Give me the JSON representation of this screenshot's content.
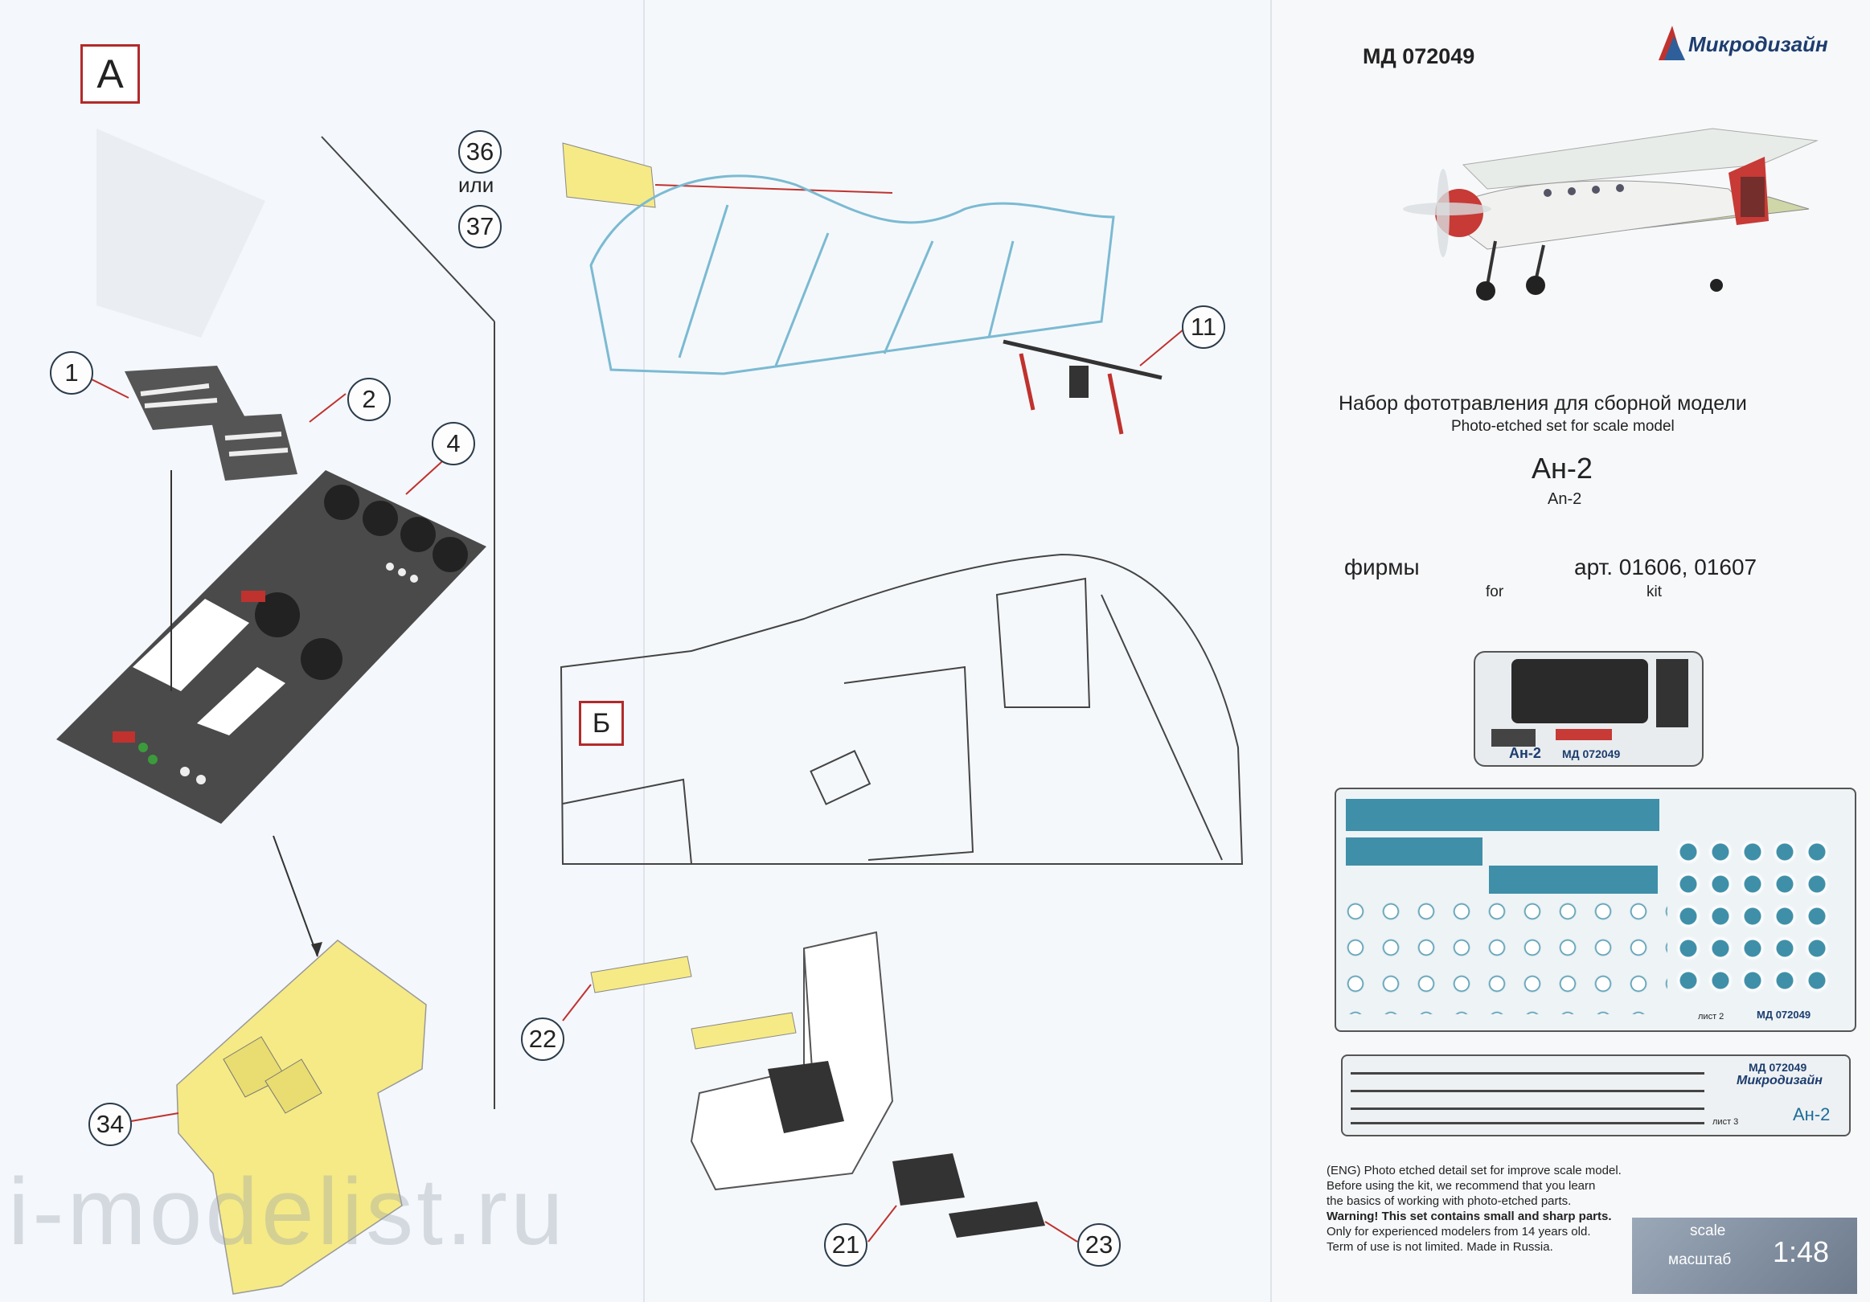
{
  "product": {
    "code": "МД 072049",
    "brand": "Микродизайн",
    "title_ru": "Набор фототравления для сборной модели",
    "title_en": "Photo-etched set for scale model",
    "aircraft_ru": "Ан-2",
    "aircraft_en": "An-2",
    "firm_label": "фирмы",
    "for_label": "for",
    "art_label": "арт. 01606, 01607",
    "kit_label": "kit"
  },
  "sections": {
    "a": "А",
    "b": "Б"
  },
  "callouts": {
    "c1": "1",
    "c2": "2",
    "c4": "4",
    "c11": "11",
    "c21": "21",
    "c22": "22",
    "c23": "23",
    "c34": "34",
    "c36": "36",
    "c37": "37",
    "or_label": "или"
  },
  "fret": {
    "sheet1_code": "МД 072049",
    "sheet1_name": "Ан-2",
    "sheet2_code": "МД 072049",
    "sheet2_label": "лист 2",
    "sheet3_code": "МД 072049",
    "sheet3_brand": "Микродизайн",
    "sheet3_label": "лист 3",
    "sheet3_name": "Ан-2"
  },
  "notes": {
    "line1": "(ENG) Photo etched detail set for improve scale model.",
    "line2": "Before using the kit, we recommend that you learn",
    "line3": "the basics of working with photo-etched parts.",
    "line4": "Warning! This set contains small and sharp parts.",
    "line5": "Only for experienced modelers from 14 years old.",
    "line6": "Term of use is not limited. Made in Russia."
  },
  "scale": {
    "label_en": "scale",
    "label_ru": "масштаб",
    "value": "1:48"
  },
  "watermark": "i-modelist.ru",
  "colors": {
    "accent_red": "#b22a2a",
    "part_yellow": "#f6ea86",
    "fret_teal": "#3f8fa8"
  }
}
